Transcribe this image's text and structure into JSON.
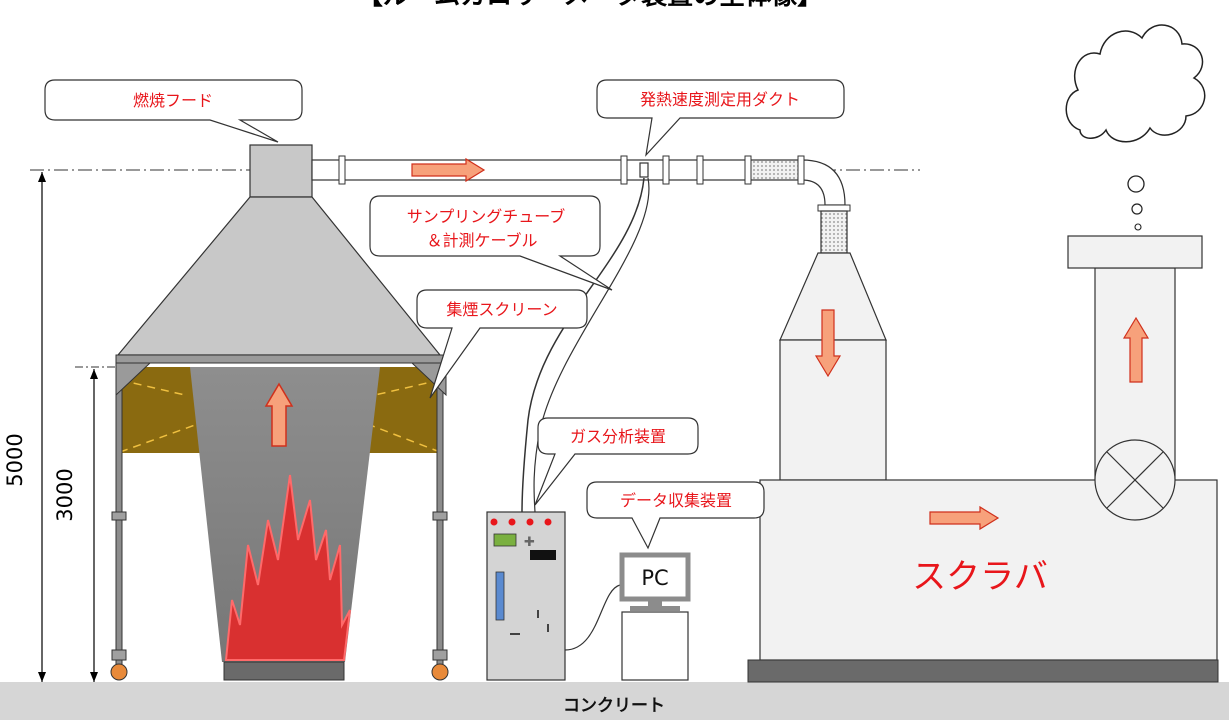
{
  "title": "【ルームカロリーメータ装置の全体像】",
  "callouts": {
    "hood": "燃焼フード",
    "duct": "発熱速度測定用ダクト",
    "sampling_line1": "サンプリングチューブ",
    "sampling_line2": "＆計測ケーブル",
    "screen": "集煙スクリーン",
    "gas": "ガス分析装置",
    "daq": "データ収集装置"
  },
  "pc_label": "PC",
  "scrubber_label": "スクラバ",
  "floor_label": "コンクリート",
  "dimensions": {
    "total_height": "5000",
    "screen_height": "3000"
  },
  "colors": {
    "accent_red": "#e8161b",
    "arrow_fill": "#f7a17b",
    "arrow_stroke": "#d0301c",
    "screen_gold": "#8a6a10",
    "flame": "#d93030",
    "hood_gray": "#c8c8c8",
    "floor_gray": "#d6d6d6"
  }
}
